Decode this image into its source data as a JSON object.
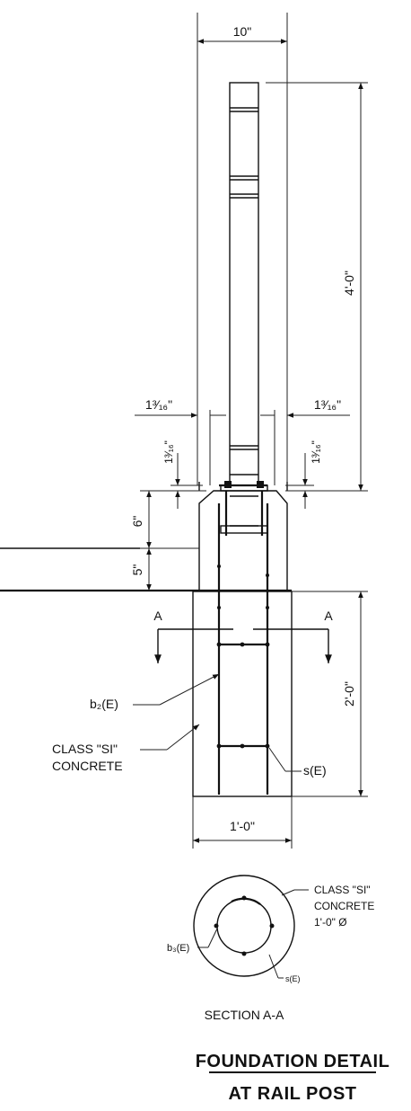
{
  "dimensions": {
    "post_width": "10\"",
    "post_height": "4'-0\"",
    "offset_left_h": "1³⁄₁₆\"",
    "offset_right_h": "1³⁄₁₆\"",
    "offset_left_v": "1³⁄₁₆\"",
    "offset_right_v": "1³⁄₁₆\"",
    "curb_upper": "6\"",
    "curb_lower": "5\"",
    "foundation_depth": "2'-0\"",
    "foundation_width": "1'-0\""
  },
  "section_marks": {
    "left": "A",
    "right": "A"
  },
  "callouts": {
    "bar_b2": "b₂(E)",
    "concrete_class": "CLASS \"SI\"",
    "concrete_word": "CONCRETE",
    "stirrup": "s(E)"
  },
  "section_view": {
    "concrete_class": "CLASS \"SI\"",
    "concrete_word": "CONCRETE",
    "diameter": "1'-0\" Ø",
    "bar_b3": "b₃(E)",
    "stirrup": "s(E)",
    "label": "SECTION A-A"
  },
  "title": {
    "line1": "FOUNDATION DETAIL",
    "line2": "AT RAIL POST"
  }
}
